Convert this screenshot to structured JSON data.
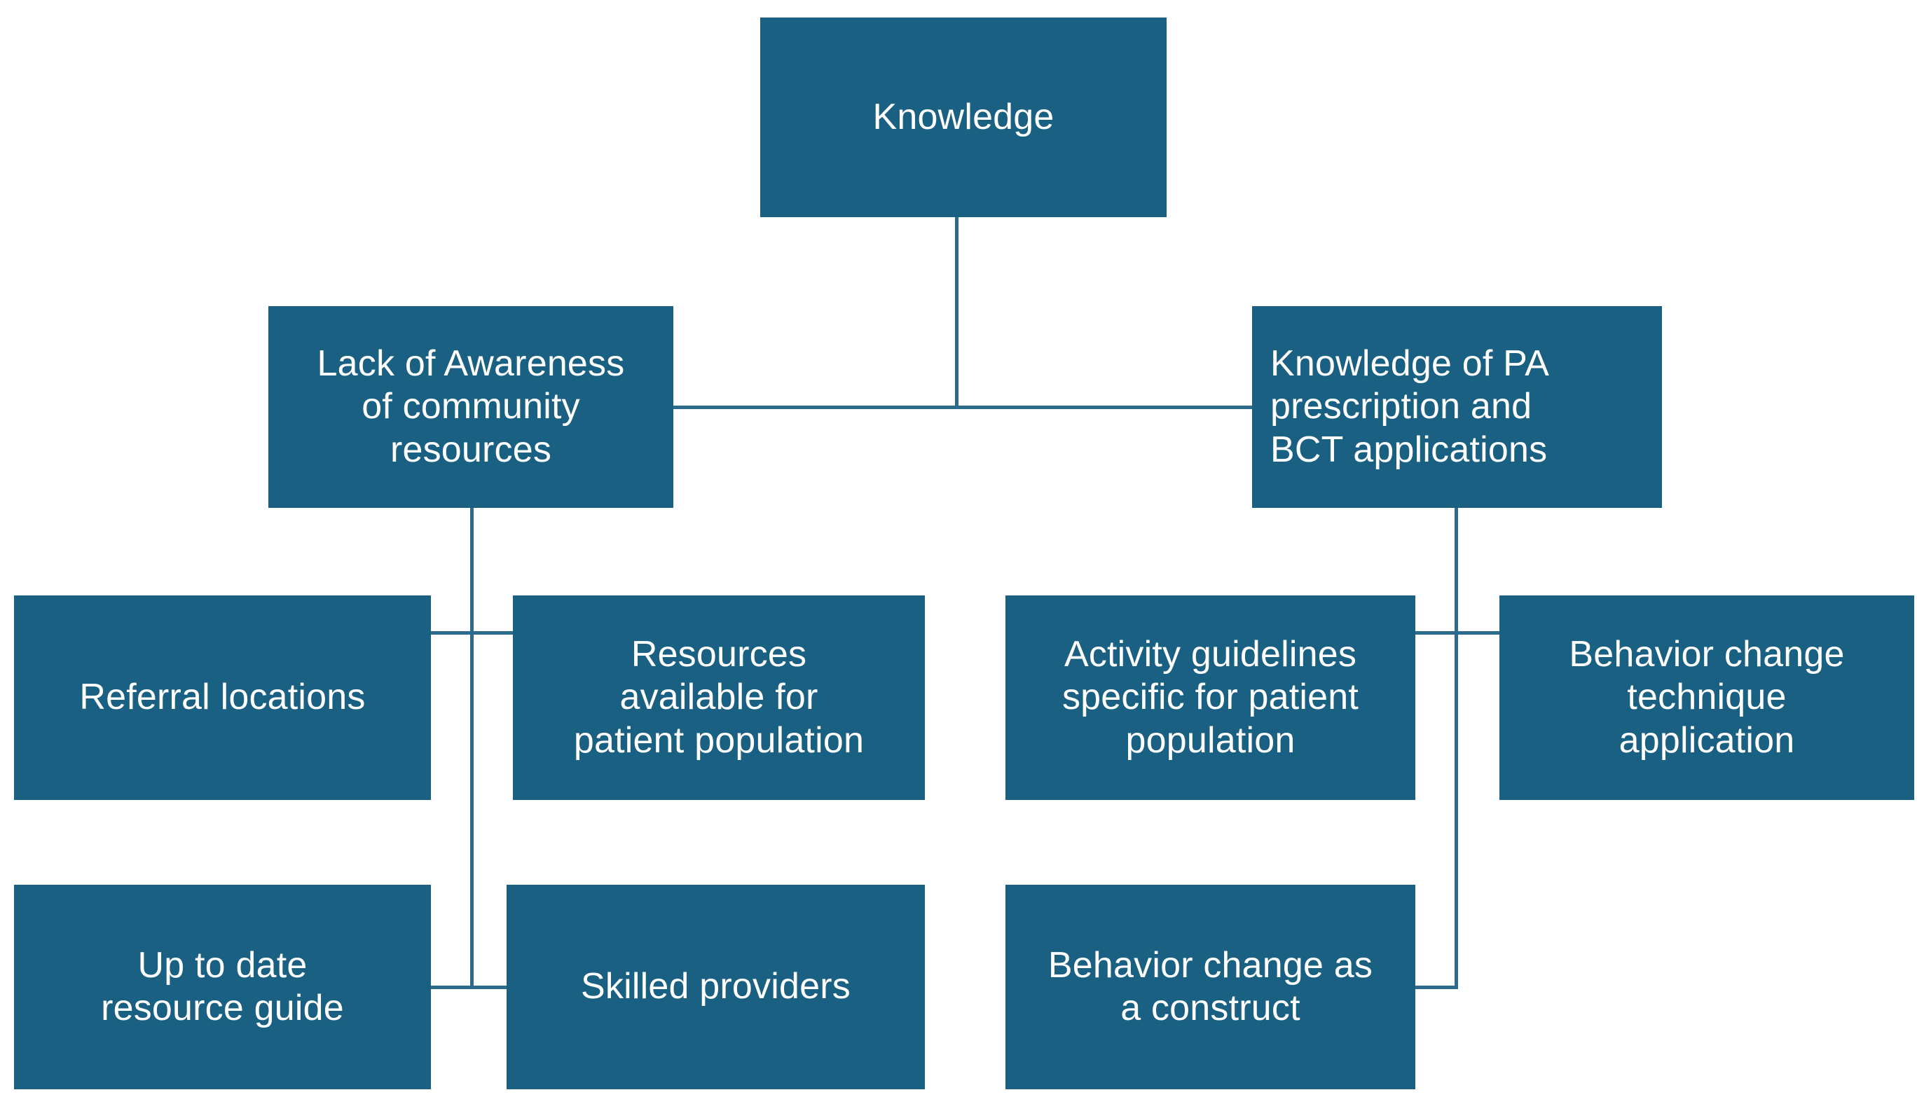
{
  "diagram": {
    "title": "Knowledge",
    "theme": {
      "node_fill": "#196082",
      "node_text": "#ffffff",
      "connector": "#2c6b8c",
      "background": "#ffffff"
    },
    "nodes": {
      "root": {
        "label": "Knowledge"
      },
      "branch_left": {
        "label": "Lack of Awareness\nof community\nresources"
      },
      "branch_right": {
        "label": "Knowledge of PA\nprescription and\nBCT applications"
      },
      "left_child_1": {
        "label": "Referral locations"
      },
      "left_child_2": {
        "label": "Resources\navailable for\npatient population"
      },
      "left_child_3": {
        "label": "Up to date\nresource guide"
      },
      "left_child_4": {
        "label": "Skilled providers"
      },
      "right_child_1": {
        "label": "Activity guidelines\nspecific for patient\npopulation"
      },
      "right_child_2": {
        "label": "Behavior change\ntechnique\napplication"
      },
      "right_child_3": {
        "label": "Behavior change as\na construct"
      }
    },
    "edges": [
      {
        "from": "root",
        "to": "branch_left"
      },
      {
        "from": "root",
        "to": "branch_right"
      },
      {
        "from": "branch_left",
        "to": "left_child_1"
      },
      {
        "from": "branch_left",
        "to": "left_child_2"
      },
      {
        "from": "branch_left",
        "to": "left_child_3"
      },
      {
        "from": "branch_left",
        "to": "left_child_4"
      },
      {
        "from": "branch_right",
        "to": "right_child_1"
      },
      {
        "from": "branch_right",
        "to": "right_child_2"
      },
      {
        "from": "branch_right",
        "to": "right_child_3"
      }
    ]
  }
}
